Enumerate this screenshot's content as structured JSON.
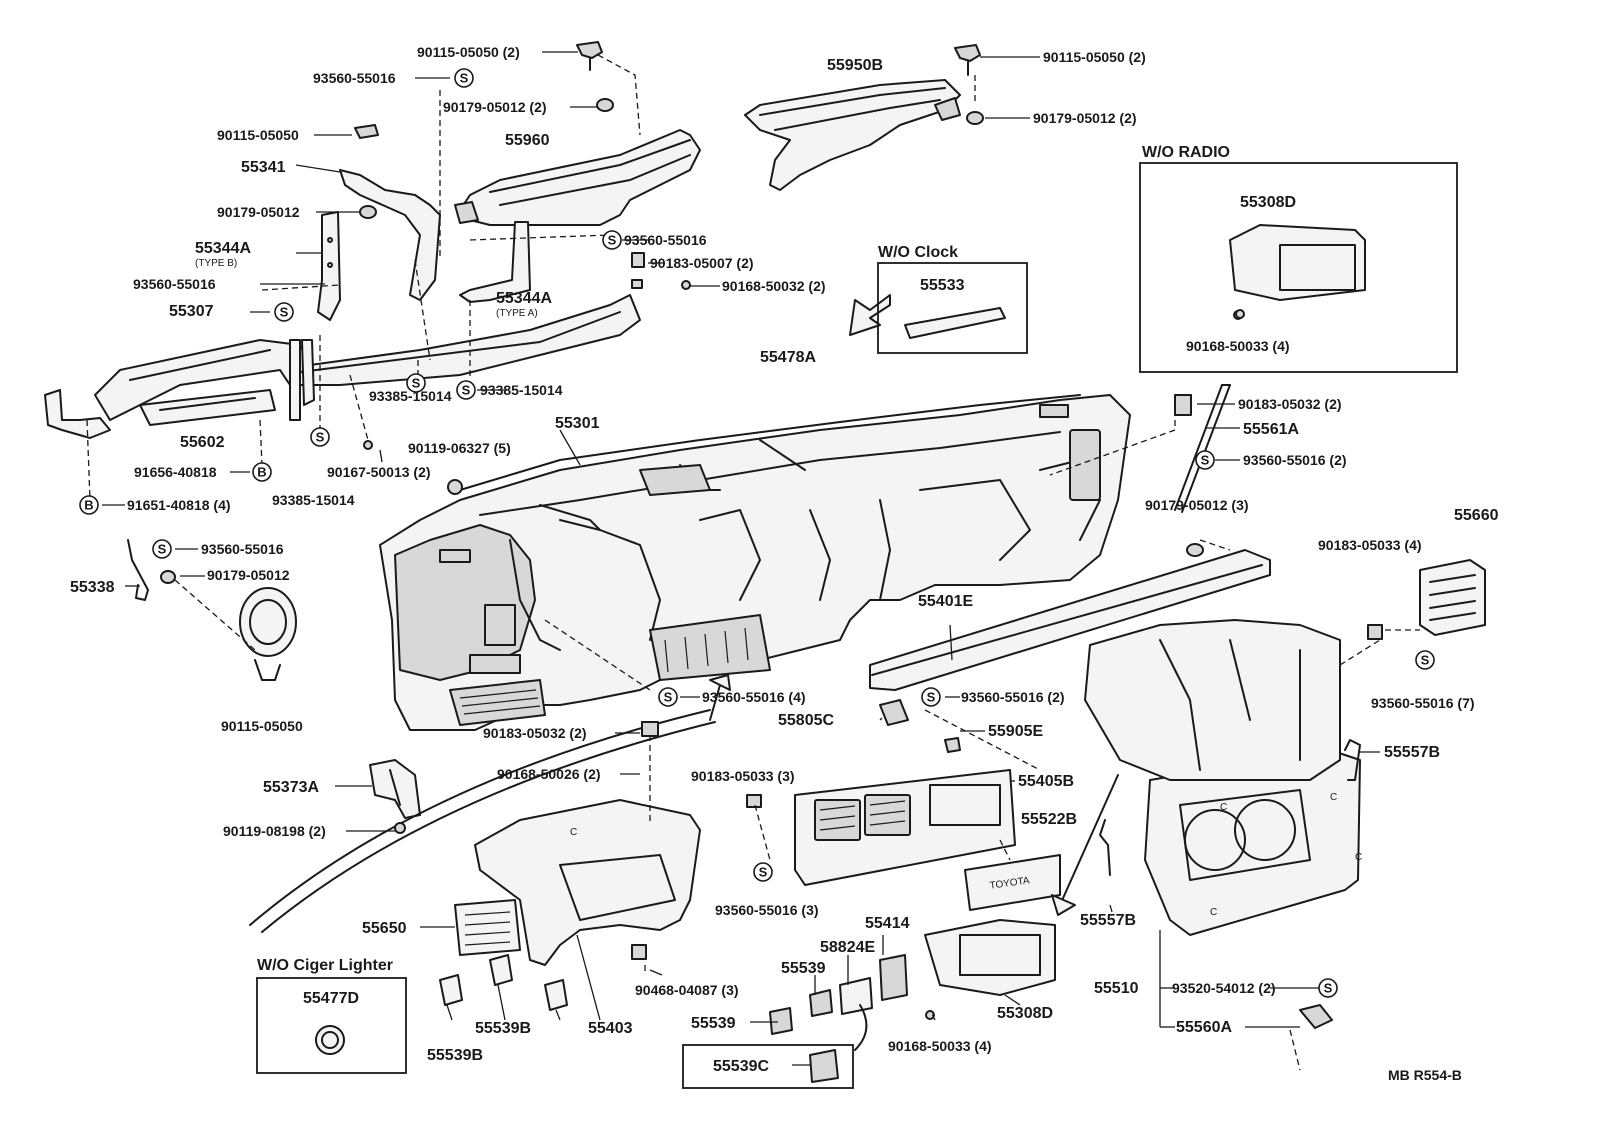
{
  "callouts": {
    "c01": "90115-05050 (2)",
    "c02": "93560-55016",
    "c03": "90179-05012 (2)",
    "c04": "90115-05050",
    "c05": "55341",
    "c06": "55960",
    "c07": "90179-05012",
    "c08": "55344A",
    "c08b": "(TYPE B)",
    "c09": "93560-55016",
    "c10": "55307",
    "c11": "93560-55016",
    "c12": "90183-05007 (2)",
    "c13": "90168-50032 (2)",
    "c14": "55344A",
    "c14b": "(TYPE A)",
    "c15": "55950B",
    "c16": "90115-05050 (2)",
    "c17": "90179-05012 (2)",
    "c18": "55478A",
    "c19": "93385-15014",
    "c20": "93385-15014",
    "c21": "55602",
    "c22": "55301",
    "c23": "90119-06327 (5)",
    "c24": "91656-40818",
    "c25": "90167-50013 (2)",
    "c26": "91651-40818 (4)",
    "c27": "93385-15014",
    "c28": "93560-55016",
    "c29": "55338",
    "c30": "90179-05012",
    "c31": "90115-05050",
    "c32": "90183-05032 (2)",
    "c33": "55561A",
    "c34": "93560-55016 (2)",
    "c35": "90179-05012 (3)",
    "c36": "90183-05033 (4)",
    "c37": "55660",
    "c38": "55401E",
    "c39": "93560-55016 (4)",
    "c40": "93560-55016 (2)",
    "c41": "55805C",
    "c42": "55905E",
    "c43": "90183-05032 (2)",
    "c44": "90168-50026 (2)",
    "c45": "55373A",
    "c46": "90119-08198 (2)",
    "c47": "90183-05033 (3)",
    "c48": "55405B",
    "c49": "55522B",
    "c50": "93560-55016 (7)",
    "c51": "55557B",
    "c52": "55557B",
    "c53": "93560-55016 (3)",
    "c54": "55650",
    "c55": "55414",
    "c56": "58824E",
    "c57": "55539",
    "c58": "90468-04087 (3)",
    "c59": "55539B",
    "c60": "55539B",
    "c61": "55403",
    "c62": "55539",
    "c63": "55308D",
    "c64": "90168-50033 (4)",
    "c65": "55510",
    "c66": "93520-54012 (2)",
    "c67": "55560A",
    "c68": "55539C",
    "c69": "55477D"
  },
  "insets": {
    "wo_radio": {
      "title": "W/O RADIO",
      "part": "55308D",
      "screw": "90168-50033 (4)"
    },
    "wo_clock": {
      "title": "W/O Clock",
      "part": "55533"
    },
    "wo_cigar": {
      "title": "W/O Ciger Lighter",
      "part": "55477D"
    }
  },
  "symbols": {
    "s": "S",
    "b": "B"
  },
  "embossed": {
    "logo_text": "TOYOTA",
    "panel_mark": "C"
  },
  "footer": {
    "code": "MB R554-B"
  }
}
